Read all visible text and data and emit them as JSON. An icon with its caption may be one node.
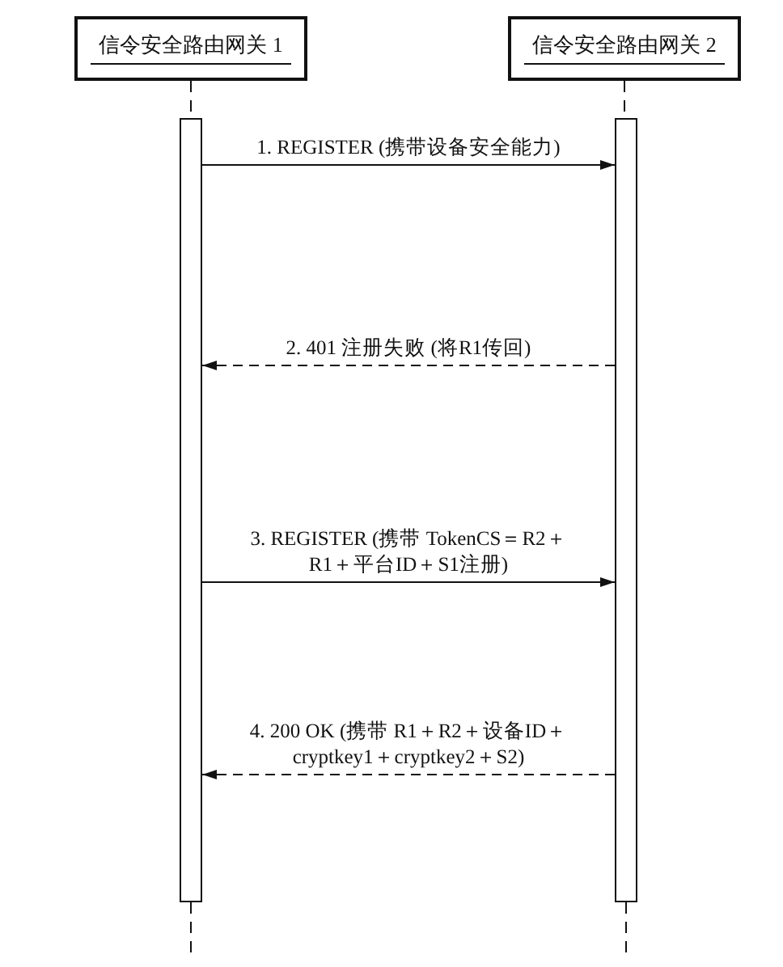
{
  "diagram": {
    "nodes": [
      {
        "text": [
          "信令安全路由网关 1"
        ]
      },
      {
        "text": [
          "信令安全路由网关 2"
        ]
      },
      {
        "text": [],
        "shape": "bar"
      },
      {
        "text": [],
        "shape": "bar"
      }
    ],
    "edges": [
      {
        "from": 0,
        "to": 2,
        "arrow": "none",
        "style": "dashed"
      },
      {
        "from": 1,
        "to": 3,
        "arrow": "none",
        "style": "dashed"
      },
      {
        "from": 2,
        "to": 3,
        "arrow": "to",
        "label": "1. REGISTER (携带设备安全能力)"
      },
      {
        "from": 3,
        "to": 2,
        "arrow": "to",
        "label": "2. 401 注册失败 (将R1传回)",
        "style": "dashed"
      },
      {
        "from": 2,
        "to": 3,
        "arrow": "to",
        "label": "3. REGISTER (携带 TokenCS＝R2＋R1＋平台ID＋S1注册)"
      },
      {
        "from": 3,
        "to": 2,
        "arrow": "to",
        "label": "4. 200 OK (携带 R1＋R2＋设备ID＋cryptkey1＋cryptkey2＋S2)",
        "style": "dashed"
      },
      {
        "from": 2,
        "to": null,
        "arrow": "none",
        "style": "dashed"
      },
      {
        "from": 3,
        "to": null,
        "arrow": "none",
        "style": "dashed"
      }
    ]
  }
}
